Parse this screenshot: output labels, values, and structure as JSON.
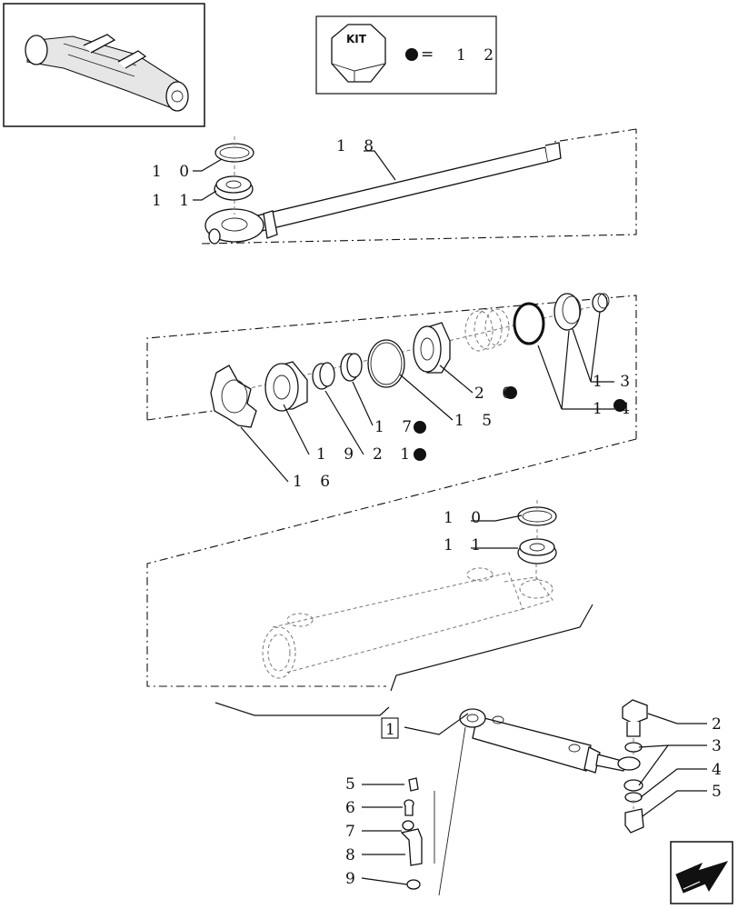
{
  "kit_legend": {
    "kit_text": "KIT",
    "equals": "=",
    "kit_ref": "1 2"
  },
  "labels": {
    "n10_top": "1 0",
    "n11_top": "1 1",
    "n18": "1 8",
    "n13": "1 3",
    "n14": "1 4",
    "n20": "2 0",
    "n15": "1 5",
    "n17": "1 7",
    "n19": "1 9",
    "n21": "2 1",
    "n16": "1 6",
    "n10_mid": "1 0",
    "n11_mid": "1 1",
    "n1": "1",
    "n2": "2",
    "n3": "3",
    "n4": "4",
    "n5_right": "5",
    "n5_left": "5",
    "n6": "6",
    "n7": "7",
    "n8": "8",
    "n9": "9"
  },
  "colors": {
    "ink": "#111111",
    "paper": "#ffffff",
    "shade": "#e6e6e6"
  },
  "icons": {
    "thumbnail": "axle-assembly-icon",
    "kit": "kit-box-icon",
    "next_page": "arrow-next-icon"
  }
}
